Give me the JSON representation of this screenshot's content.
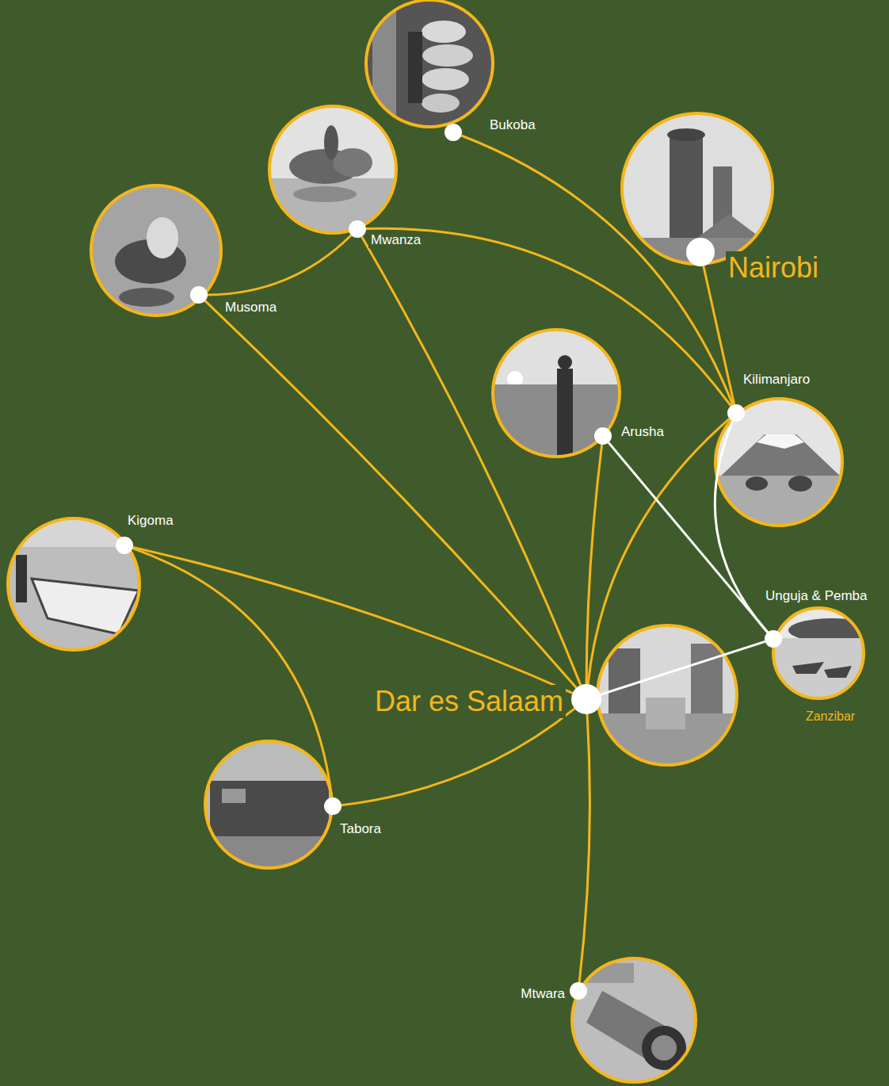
{
  "diagram": {
    "nodes": [
      {
        "text": [
          "Bukoba"
        ]
      },
      {
        "text": [
          "Mwanza"
        ]
      },
      {
        "text": [
          "Nairobi"
        ]
      },
      {
        "text": [
          "Musoma"
        ]
      },
      {
        "text": [
          "Kilimanjaro"
        ]
      },
      {
        "text": [
          "Arusha"
        ]
      },
      {
        "text": [
          "Kigoma"
        ]
      },
      {
        "text": [
          "Unguja & Pemba",
          "Zanzibar"
        ]
      },
      {
        "text": [
          "Dar es Salaam"
        ]
      },
      {
        "text": [
          "Tabora"
        ]
      },
      {
        "text": [
          "Mtwara"
        ]
      }
    ],
    "edges": [
      {
        "from": 0,
        "to": 4,
        "arrow": "none"
      },
      {
        "from": 1,
        "to": 3,
        "arrow": "none"
      },
      {
        "from": 1,
        "to": 4,
        "arrow": "none"
      },
      {
        "from": 1,
        "to": 8,
        "arrow": "none"
      },
      {
        "from": 3,
        "to": 8,
        "arrow": "none"
      },
      {
        "from": 2,
        "to": 4,
        "arrow": "none"
      },
      {
        "from": 4,
        "to": 8,
        "arrow": "none"
      },
      {
        "from": 5,
        "to": 8,
        "arrow": "none"
      },
      {
        "from": 6,
        "to": 8,
        "arrow": "none"
      },
      {
        "from": 6,
        "to": 9,
        "arrow": "none"
      },
      {
        "from": 9,
        "to": 8,
        "arrow": "none"
      },
      {
        "from": 8,
        "to": 10,
        "arrow": "none"
      },
      {
        "from": 5,
        "to": 7,
        "arrow": "none"
      },
      {
        "from": 4,
        "to": 7,
        "arrow": "none"
      },
      {
        "from": 8,
        "to": 7,
        "arrow": "none"
      }
    ]
  }
}
